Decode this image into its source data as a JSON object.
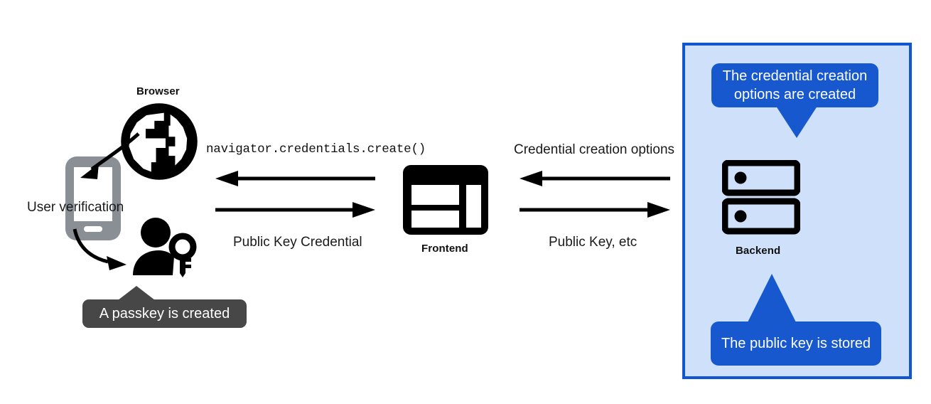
{
  "diagram": {
    "title": "WebAuthn passkey registration flow",
    "colors": {
      "panel_bg": "#cfe0fb",
      "panel_border": "#1155d0",
      "callout_blue": "#1758cf",
      "tooltip_gray": "#474747",
      "icon_black": "#000000",
      "phone_gray": "#8a8f96"
    }
  },
  "browser": {
    "label": "Browser",
    "icon": "globe-icon"
  },
  "device": {
    "icon": "mobile-phone-icon",
    "label": "User verification"
  },
  "user": {
    "icon": "person-with-key-icon",
    "tooltip": "A passkey is created"
  },
  "frontend": {
    "label": "Frontend",
    "icon": "browser-window-icon"
  },
  "backend": {
    "label": "Backend",
    "icon": "server-rack-icon",
    "callout_top": "The credential creation options are created",
    "callout_bottom": "The public key is stored"
  },
  "arrows": {
    "browser_frontend_in": {
      "label": "navigator.credentials.create()",
      "direction": "left",
      "style": "monospace"
    },
    "browser_frontend_out": {
      "label": "Public Key Credential",
      "direction": "right"
    },
    "frontend_backend_in": {
      "label": "Credential creation options",
      "direction": "left"
    },
    "frontend_backend_out": {
      "label": "Public Key, etc",
      "direction": "right"
    }
  }
}
